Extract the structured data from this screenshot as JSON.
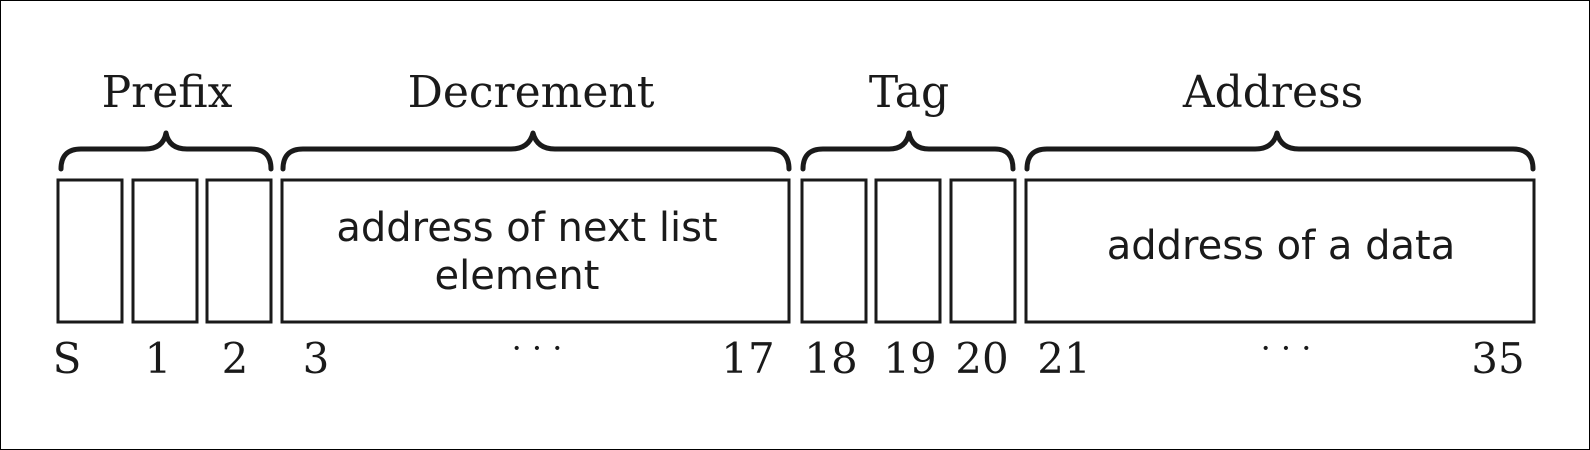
{
  "groups": {
    "prefix": "Prefix",
    "decrement": "Decrement",
    "tag": "Tag",
    "address": "Address"
  },
  "cells": {
    "decrement_line1": "address of next list",
    "decrement_line2": "element",
    "address_text": "address of a data"
  },
  "bits": {
    "s": "S",
    "b1": "1",
    "b2": "2",
    "b3": "3",
    "dec_dots": "· · ·",
    "b17": "17",
    "b18": "18",
    "b19": "19",
    "b20": "20",
    "b21": "21",
    "addr_dots": "· · ·",
    "b35": "35"
  }
}
